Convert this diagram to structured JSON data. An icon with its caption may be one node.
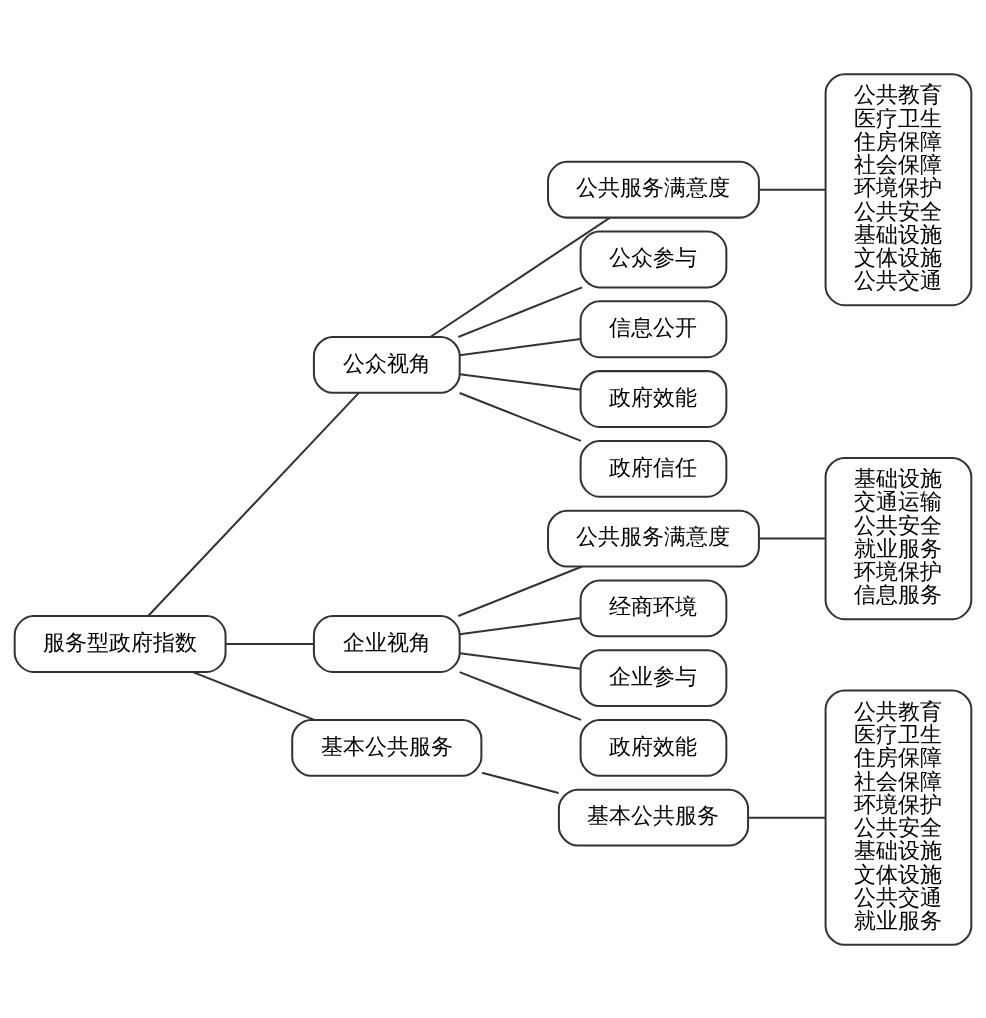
{
  "diagram": {
    "nodes": [
      {
        "text": [
          "服务型政府指数"
        ]
      },
      {
        "text": [
          "公众视角"
        ]
      },
      {
        "text": [
          "公共服务满意度"
        ]
      },
      {
        "text": [
          "公共教育",
          "医疗卫生",
          "住房保障",
          "社会保障",
          "环境保护",
          "公共安全",
          "基础设施",
          "文体设施",
          "公共交通"
        ]
      },
      {
        "text": [
          "公众参与"
        ]
      },
      {
        "text": [
          "信息公开"
        ]
      },
      {
        "text": [
          "政府效能"
        ]
      },
      {
        "text": [
          "政府信任"
        ]
      },
      {
        "text": [
          "企业视角"
        ]
      },
      {
        "text": [
          "公共服务满意度"
        ]
      },
      {
        "text": [
          "基础设施",
          "交通运输",
          "公共安全",
          "就业服务",
          "环境保护",
          "信息服务"
        ]
      },
      {
        "text": [
          "经商环境"
        ]
      },
      {
        "text": [
          "企业参与"
        ]
      },
      {
        "text": [
          "政府效能"
        ]
      },
      {
        "text": [
          "基本公共服务"
        ]
      },
      {
        "text": [
          "基本公共服务"
        ]
      },
      {
        "text": [
          "公共教育",
          "医疗卫生",
          "住房保障",
          "社会保障",
          "环境保护",
          "公共安全",
          "基础设施",
          "文体设施",
          "公共交通",
          "就业服务"
        ]
      }
    ],
    "edges": [
      {
        "from": 0,
        "to": 1,
        "arrow": "none"
      },
      {
        "from": 0,
        "to": 8,
        "arrow": "none"
      },
      {
        "from": 0,
        "to": 14,
        "arrow": "none"
      },
      {
        "from": 1,
        "to": 2,
        "arrow": "none"
      },
      {
        "from": 1,
        "to": 4,
        "arrow": "none"
      },
      {
        "from": 1,
        "to": 5,
        "arrow": "none"
      },
      {
        "from": 1,
        "to": 6,
        "arrow": "none"
      },
      {
        "from": 1,
        "to": 7,
        "arrow": "none"
      },
      {
        "from": 2,
        "to": 3,
        "arrow": "none"
      },
      {
        "from": 8,
        "to": 9,
        "arrow": "none"
      },
      {
        "from": 8,
        "to": 11,
        "arrow": "none"
      },
      {
        "from": 8,
        "to": 12,
        "arrow": "none"
      },
      {
        "from": 8,
        "to": 13,
        "arrow": "none"
      },
      {
        "from": 9,
        "to": 10,
        "arrow": "none"
      },
      {
        "from": 14,
        "to": 15,
        "arrow": "none"
      },
      {
        "from": 15,
        "to": 16,
        "arrow": "none"
      }
    ]
  }
}
